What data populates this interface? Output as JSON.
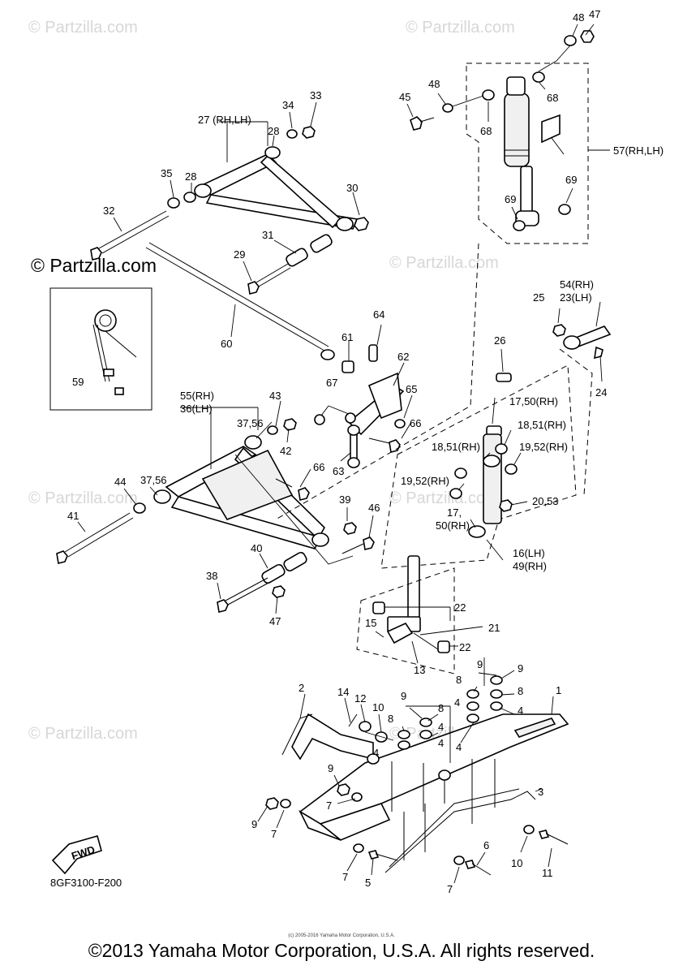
{
  "watermarks": {
    "primary": "© Partzilla.com",
    "secondary": "© Partzilla.com"
  },
  "diagram_code": "8GF3100-F200",
  "fwd_label": "FWD",
  "copyright": "©2013 Yamaha Motor Corporation, U.S.A. All rights reserved.",
  "small_copyright": "(c) 2005-2016 Yamaha Motor Corporation, U.S.A.",
  "labels": {
    "p1": "1",
    "p2": "2",
    "p3": "3",
    "p4": "4",
    "p5": "5",
    "p6": "6",
    "p7": "7",
    "p8": "8",
    "p9": "9",
    "p10": "10",
    "p11": "11",
    "p12": "12",
    "p13": "13",
    "p14": "14",
    "p15": "15",
    "p16_49": "16(LH)\n49(RH)",
    "p16": "16(LH)",
    "p49": "49(RH)",
    "p17_50_a": "17,50(RH)",
    "p17_50_b1": "17,",
    "p17_50_b2": "50(RH)",
    "p18_51": "18,51(RH)",
    "p19_52": "19,52(RH)",
    "p20_53": "20,53",
    "p21": "21",
    "p22": "22",
    "p23": "23(LH)",
    "p24": "24",
    "p25": "25",
    "p26": "26",
    "p27": "27 (RH,LH)",
    "p28": "28",
    "p29": "29",
    "p30": "30",
    "p31": "31",
    "p32": "32",
    "p33": "33",
    "p34": "34",
    "p35": "35",
    "p36": "36(LH)",
    "p37_56": "37,56",
    "p38": "38",
    "p39": "39",
    "p40": "40",
    "p41": "41",
    "p42": "42",
    "p43": "43",
    "p44": "44",
    "p45": "45",
    "p46": "46",
    "p47": "47",
    "p48": "48",
    "p54": "54(RH)",
    "p55": "55(RH)",
    "p57": "57(RH,LH)",
    "p59": "59",
    "p60": "60",
    "p61": "61",
    "p62": "62",
    "p63": "63",
    "p64": "64",
    "p65": "65",
    "p66": "66",
    "p67": "67",
    "p68": "68",
    "p69": "69"
  }
}
